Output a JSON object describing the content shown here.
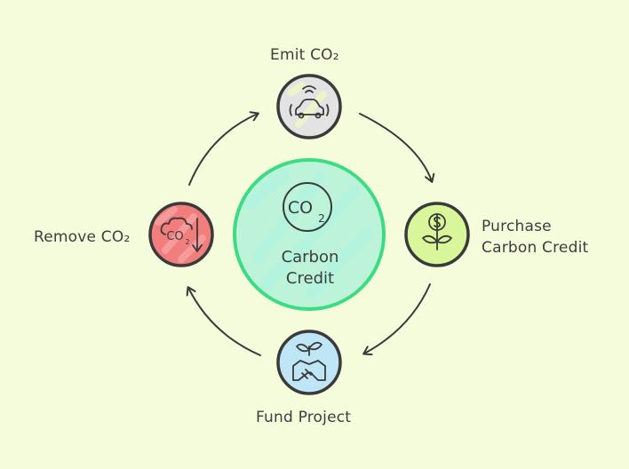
{
  "center": {
    "title_line1": "Carbon",
    "title_line2": "Credit",
    "icon": "co2-icon",
    "color": "#a8f0d8",
    "ring_color": "#3ddc84"
  },
  "steps": [
    {
      "id": "emit",
      "label": "Emit CO₂",
      "icon": "car-emission-icon",
      "color": "#e3e3e3"
    },
    {
      "id": "purchase",
      "label": "Purchase\nCarbon Credit",
      "icon": "money-plant-icon",
      "color": "#d9f79a"
    },
    {
      "id": "fund",
      "label": "Fund Project",
      "icon": "handshake-plant-icon",
      "color": "#bfe6f7"
    },
    {
      "id": "remove",
      "label": "Remove CO₂",
      "icon": "co2-cloud-down-icon",
      "color": "#f27d7d"
    }
  ],
  "colors": {
    "background": "#f5fcdc",
    "stroke": "#3a3a3a"
  }
}
